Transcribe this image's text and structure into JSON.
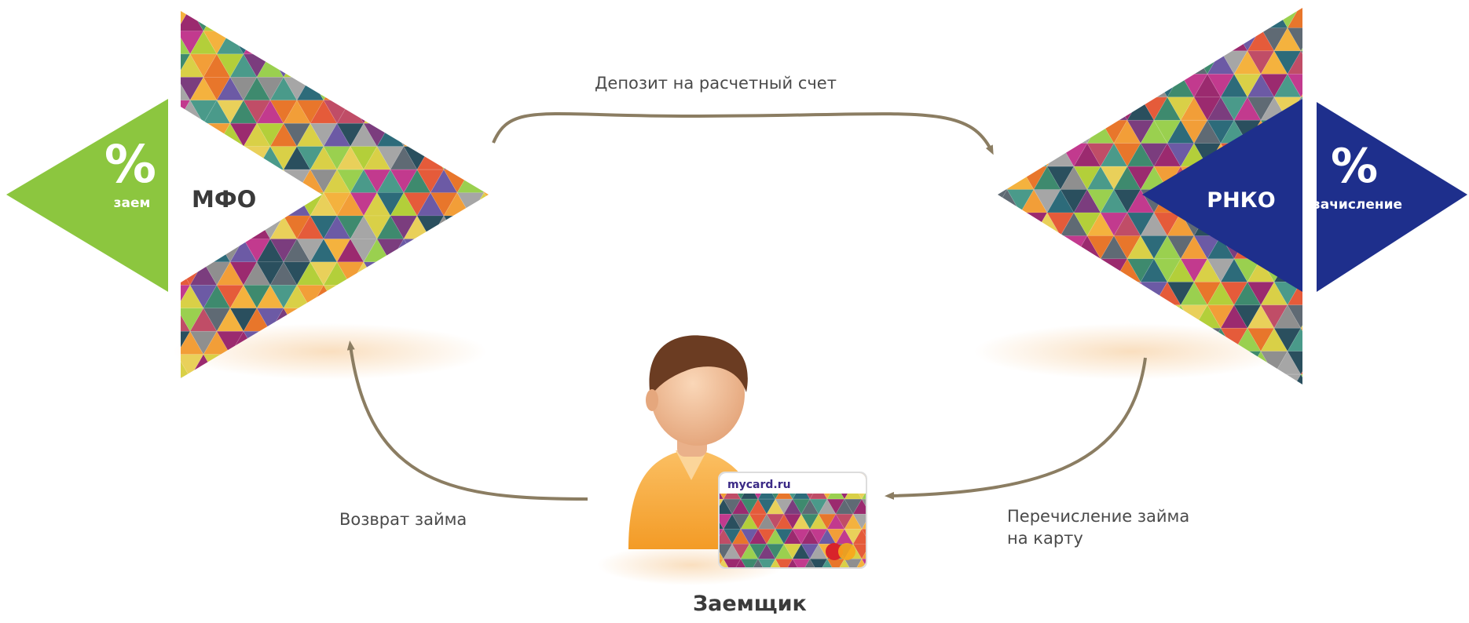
{
  "flows": {
    "deposit": "Депозит на расчетный счет",
    "return": "Возврат займа",
    "transfer": "Перечисление займа\nна карту"
  },
  "mfo": {
    "label": "МФО",
    "tag_symbol": "%",
    "tag_label": "заем",
    "color": "#8cc63f"
  },
  "rnko": {
    "label": "РНКО",
    "tag_symbol": "%",
    "tag_label": "зачисление",
    "color": "#1e2f8c"
  },
  "borrower": {
    "label": "Заемщик",
    "card_brand": "mycard.ru"
  },
  "colors": {
    "arrow": "#8b7d62",
    "mosaic": [
      "#e8762b",
      "#f29e38",
      "#9b2a6f",
      "#c23a8e",
      "#3e8a6e",
      "#2d6b7a",
      "#6c5aa5",
      "#8f8f8f",
      "#b3cf3a",
      "#d9d047",
      "#e55b3a",
      "#f4b23e",
      "#7b3d7e",
      "#4a9a8a",
      "#a6a6a6",
      "#5f6a74",
      "#c04d67",
      "#e9d05a",
      "#2a4f5e",
      "#9ad04f"
    ]
  }
}
